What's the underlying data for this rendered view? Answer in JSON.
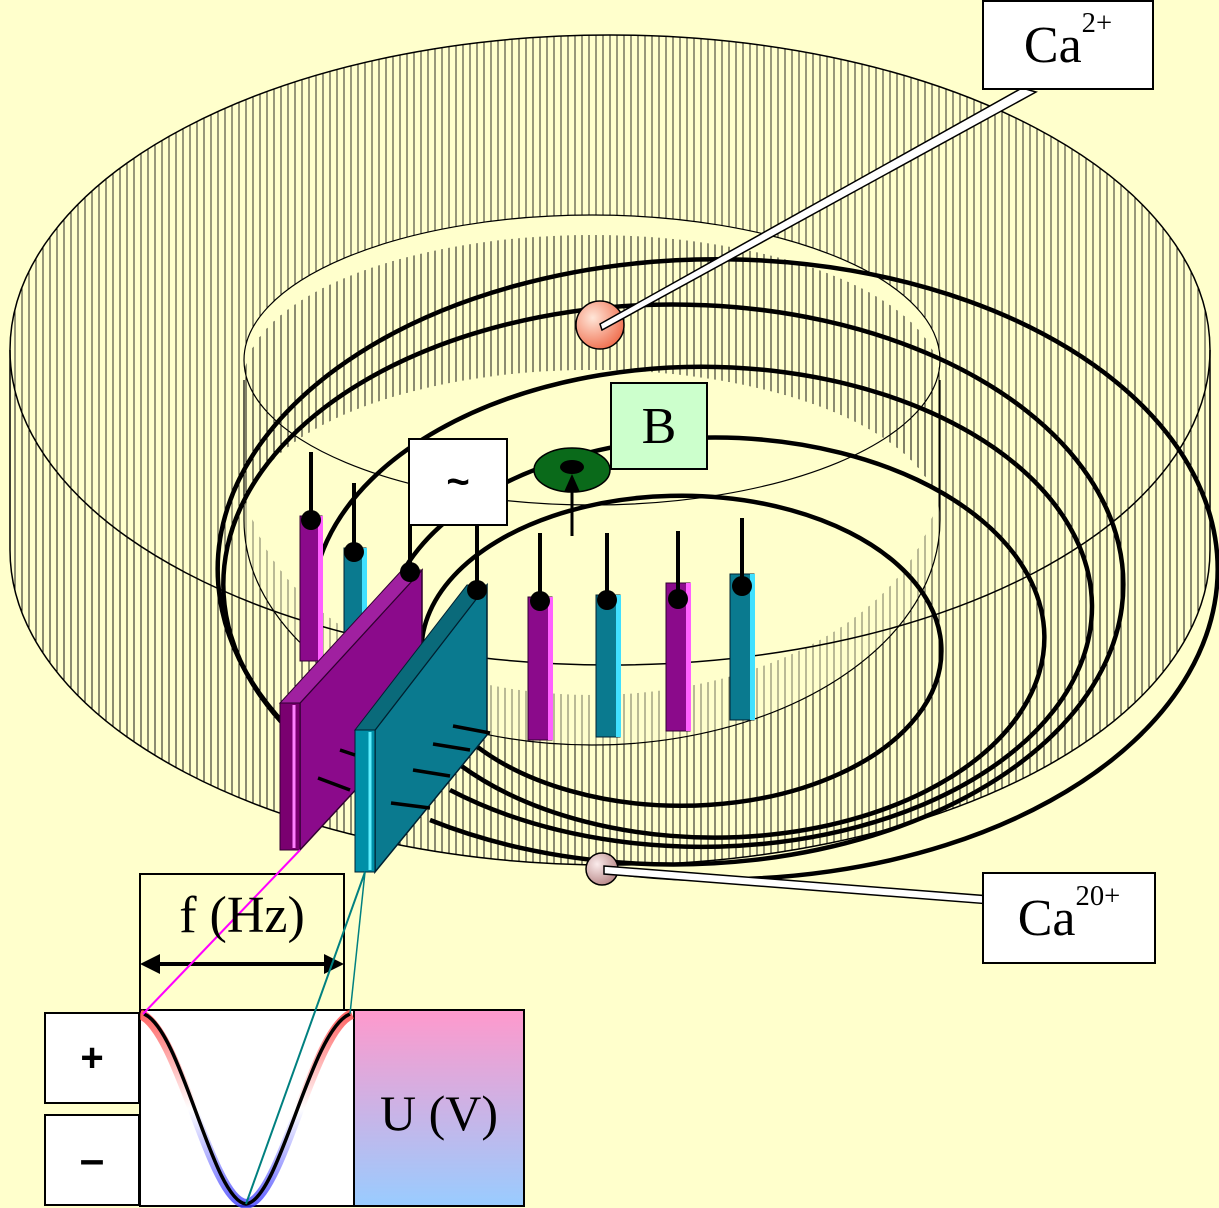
{
  "labels": {
    "ion_top": {
      "base": "Ca",
      "charge": "2+"
    },
    "ion_bottom": {
      "base": "Ca",
      "charge": "20+"
    },
    "field": "B",
    "ac_source": "~",
    "frequency": "f (Hz)",
    "voltage": "U (V)",
    "plus": "+",
    "minus": "–"
  },
  "colors": {
    "background": "#ffffcc",
    "purple_electrode": "#8b0a8b",
    "teal_electrode": "#0a7a8f",
    "field_box": "#ccffcc",
    "field_symbol": "#0a6a1a",
    "ion_top": "#ff9070",
    "ion_bottom": "#d0a0a0",
    "voltage_gradient_top": "#ff99cc",
    "voltage_gradient_bottom": "#99ccff"
  },
  "icons": {
    "ion_top": "ion-sphere-icon",
    "ion_bottom": "ion-sphere-icon",
    "field": "magnetic-field-up-icon"
  }
}
